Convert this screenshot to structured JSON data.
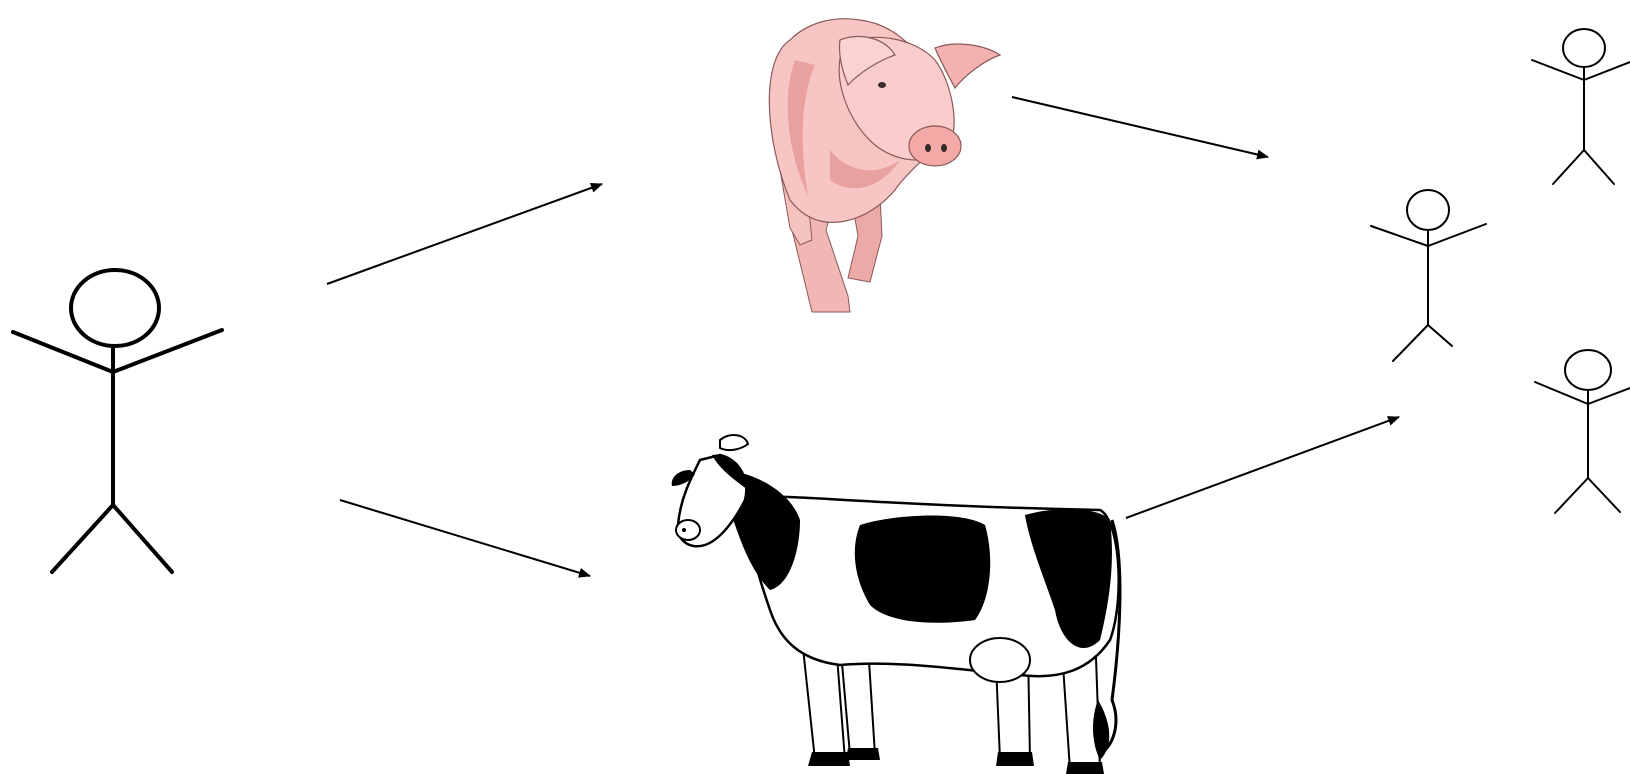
{
  "diagram": {
    "nodes": [
      {
        "id": "person-source",
        "kind": "stick-figure",
        "icon": "stick-figure-icon"
      },
      {
        "id": "pig",
        "kind": "animal",
        "icon": "pig-icon"
      },
      {
        "id": "cow",
        "kind": "animal",
        "icon": "cow-icon"
      },
      {
        "id": "person-target-top",
        "kind": "stick-figure",
        "icon": "stick-figure-icon"
      },
      {
        "id": "person-target-middle",
        "kind": "stick-figure",
        "icon": "stick-figure-icon"
      },
      {
        "id": "person-target-bottom",
        "kind": "stick-figure",
        "icon": "stick-figure-icon"
      }
    ],
    "edges": [
      {
        "from": "person-source",
        "to": "pig"
      },
      {
        "from": "person-source",
        "to": "cow"
      },
      {
        "from": "pig",
        "to": "person-target-middle"
      },
      {
        "from": "cow",
        "to": "person-target-bottom"
      }
    ],
    "colors": {
      "line": "#000000",
      "pig_body": "#f7c6c4",
      "pig_shade": "#e9a19f",
      "pig_snout": "#f3a9a6",
      "cow_body": "#ffffff",
      "cow_spots": "#000000"
    }
  }
}
